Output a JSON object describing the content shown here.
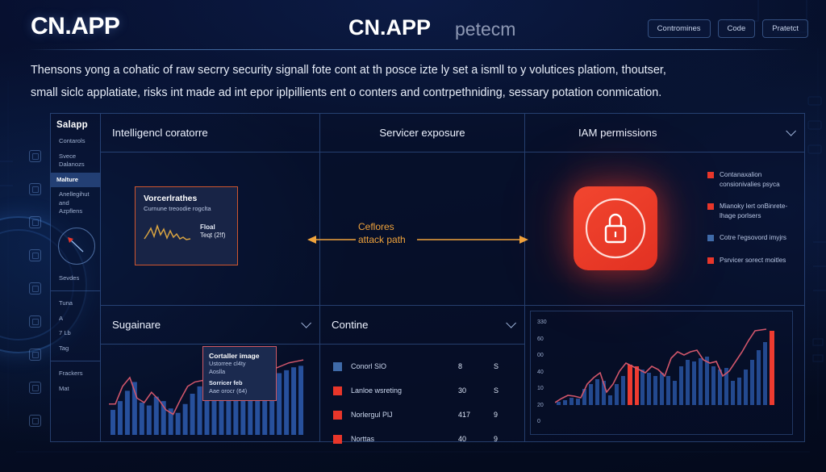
{
  "header": {
    "logo_left": "CN.APP",
    "logo_center": "CN.APP",
    "logo_center_sub": "petecm",
    "buttons": [
      {
        "label": "Contromines",
        "name": "contromines-button"
      },
      {
        "label": "Code",
        "name": "code-button"
      },
      {
        "label": "Pratetct",
        "name": "pratetct-button"
      }
    ]
  },
  "intro": {
    "line1": "Thensons yong a cohatic of raw secrry security signall fote cont at th posce izte ly set a ismll to y volutices platiom, thoutser,",
    "line2": "small siclc applatiate, risks int made ad int epor iplpillients ent o conters and contrpethniding, sessary potation conmication."
  },
  "sidebar": {
    "title": "Salapp",
    "items": [
      {
        "label": "Contarols",
        "active": false
      },
      {
        "label": "Svece Dalanozs",
        "active": false
      },
      {
        "label": "Malture",
        "active": true
      },
      {
        "label": "Anellegihut and Azpflens",
        "active": false
      }
    ],
    "items_mid": [
      {
        "label": "Sevdes"
      }
    ],
    "items_lower": [
      {
        "label": "Tuna"
      },
      {
        "label": "A"
      },
      {
        "label": "7 Lb"
      },
      {
        "label": "Tag"
      }
    ],
    "items_bottom": [
      {
        "label": "Frackers"
      },
      {
        "label": "Mat"
      }
    ],
    "gauge_icon": "speedometer-icon"
  },
  "panels": {
    "intelligence": {
      "title": "Intelligencl coratorre"
    },
    "service_exposure": {
      "title": "Servicer exposure"
    },
    "iam": {
      "title": "IAM permissions",
      "chevron": "chevron-down-icon"
    },
    "suganare": {
      "title": "Sugainare",
      "chevron": "chevron-down-icon"
    },
    "contine": {
      "title": "Contine",
      "chevron": "chevron-down-icon"
    }
  },
  "vuln_card": {
    "title": "Vorcerlrathes",
    "subtitle": "Curnune treoodie rogclta",
    "meta_line1": "Floal",
    "meta_line2": "Teqt (2!f)",
    "sparkline_color": "#d9a441",
    "border_color": "#d1572f"
  },
  "attack_path": {
    "label_line1": "Ceflores",
    "label_line2": "attack path",
    "color": "#f0a33c"
  },
  "lock": {
    "icon": "padlock-icon",
    "color": "#e8362a"
  },
  "iam_legend": [
    {
      "color": "#e8362a",
      "text": "Contanaxalion consionivalies psyca"
    },
    {
      "color": "#e8362a",
      "text": "Mianoky lert onBinrete-lhage porlsers"
    },
    {
      "color": "#3f6aa8",
      "text": "Cotre l'egsovord imyjrs"
    },
    {
      "color": "#e8362a",
      "text": "Psrvicer sorect moitles"
    }
  ],
  "contine_rows": [
    {
      "color": "#3f6aa8",
      "label": "Conorl SlO",
      "v1": "8",
      "v2": "S"
    },
    {
      "color": "#e8362a",
      "label": "Lanloe wsreting",
      "v1": "30",
      "v2": "S"
    },
    {
      "color": "#e8362a",
      "label": "Norlergul PlJ",
      "v1": "417",
      "v2": "9"
    },
    {
      "color": "#e8362a",
      "label": "Norttas",
      "v1": "40",
      "v2": "9"
    }
  ],
  "tooltip": {
    "title": "Cortaller image",
    "line1": "Ustorree cl4ty",
    "line2": "Aoslla",
    "line3": "Sorricer feb",
    "line4": "Aae orocr (64)"
  },
  "chart_data": [
    {
      "type": "bar",
      "name": "suganare-chart",
      "title": "Sugainare",
      "categories": [
        "1",
        "2",
        "3",
        "4",
        "5",
        "6",
        "7",
        "8",
        "9",
        "10",
        "11",
        "12",
        "13",
        "14",
        "15",
        "16",
        "17",
        "18",
        "19",
        "20",
        "21",
        "22",
        "23",
        "24",
        "25",
        "26"
      ],
      "series": [
        {
          "name": "bars",
          "type": "bar",
          "color": "#27509c",
          "values": [
            30,
            48,
            62,
            74,
            44,
            40,
            52,
            46,
            36,
            30,
            42,
            56,
            66,
            70,
            64,
            62,
            66,
            70,
            72,
            74,
            76,
            78,
            80,
            84,
            88,
            92
          ]
        },
        {
          "name": "trend",
          "type": "line",
          "color": "#d1566b",
          "values": [
            42,
            42,
            66,
            78,
            50,
            44,
            58,
            48,
            34,
            28,
            48,
            66,
            72,
            74,
            70,
            68,
            72,
            74,
            78,
            80,
            82,
            84,
            86,
            90,
            94,
            98
          ]
        }
      ],
      "grid": false,
      "legend": "none",
      "ylim": [
        0,
        100
      ]
    },
    {
      "type": "bar",
      "name": "iam-activity-chart",
      "categories": [
        "1",
        "2",
        "3",
        "4",
        "5",
        "6",
        "7",
        "8",
        "9",
        "10",
        "11",
        "12",
        "13",
        "14",
        "15",
        "16",
        "17",
        "18",
        "19",
        "20",
        "21",
        "22",
        "23",
        "24",
        "25",
        "26",
        "27",
        "28",
        "29",
        "30",
        "31",
        "32"
      ],
      "ytick_labels": [
        "330",
        "60",
        "00",
        "40",
        "10",
        "20",
        "0"
      ],
      "ylim": [
        0,
        110
      ],
      "grid": false,
      "legend": "none",
      "series": [
        {
          "name": "bars",
          "type": "bar",
          "color": "#23498f",
          "values": [
            4,
            6,
            9,
            8,
            20,
            26,
            32,
            30,
            12,
            26,
            36,
            44,
            44,
            40,
            36,
            40,
            36,
            30,
            48,
            56,
            54,
            58,
            60,
            48,
            44,
            46,
            30,
            34,
            44,
            56,
            68,
            78
          ]
        },
        {
          "name": "highlights",
          "type": "bar",
          "color": "#ee3b30",
          "values": [
            0,
            0,
            0,
            0,
            0,
            0,
            0,
            0,
            0,
            0,
            0,
            50,
            48,
            0,
            0,
            0,
            0,
            0,
            0,
            0,
            0,
            0,
            0,
            0,
            0,
            0,
            0,
            0,
            0,
            0,
            0,
            92
          ]
        },
        {
          "name": "trend",
          "type": "line",
          "color": "#d1566b",
          "values": [
            3,
            8,
            12,
            11,
            9,
            26,
            34,
            40,
            16,
            26,
            42,
            52,
            48,
            44,
            40,
            48,
            44,
            36,
            58,
            66,
            62,
            66,
            68,
            56,
            52,
            54,
            36,
            42,
            54,
            66,
            80,
            92
          ]
        }
      ]
    }
  ]
}
